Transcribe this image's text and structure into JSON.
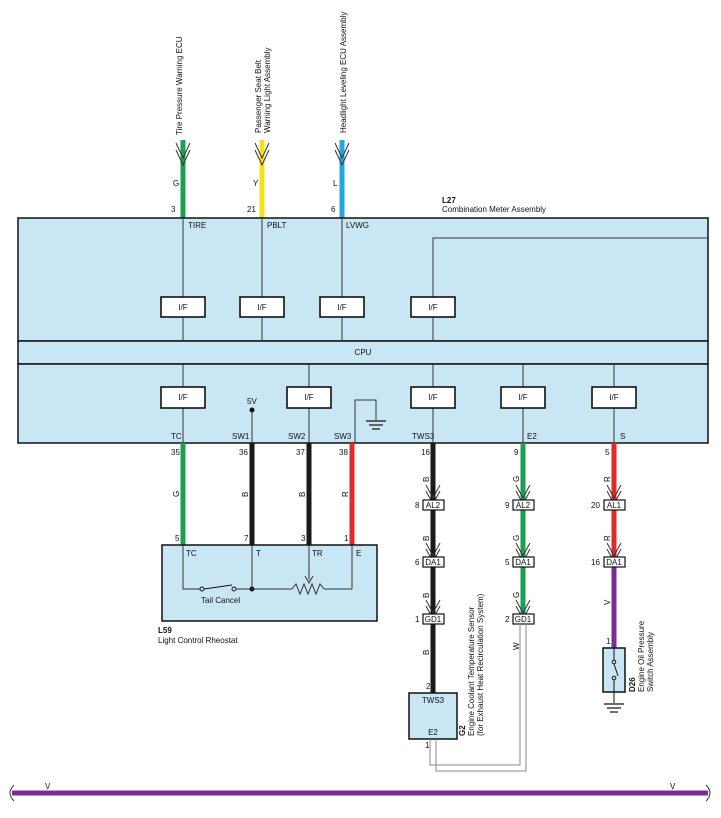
{
  "colors": {
    "panel_fill": "#c9e6f4",
    "green": "#1aa051",
    "yellow": "#f6e01c",
    "blue": "#22a7e0",
    "black": "#1a1a1a",
    "red": "#e22a2a",
    "purple": "#7a2e95",
    "white_wire": "#8a8a8a"
  },
  "top_components": {
    "tire_ecu": "Tire Pressure Warning ECU",
    "seat_belt_line1": "Passenger Seat Belt",
    "seat_belt_line2": "Warning Light Assembly",
    "headlight_ecu": "Headlight Leveling ECU Assembly"
  },
  "top_wire_colors": {
    "tire": "G",
    "seat_belt": "Y",
    "headlight": "L"
  },
  "top_pins": {
    "tire": "3",
    "seat_belt": "21",
    "headlight": "6"
  },
  "meter": {
    "code": "L27",
    "name": "Combination Meter Assembly"
  },
  "top_terminals": {
    "tire": "TIRE",
    "seat_belt": "PBLT",
    "headlight": "LVWG"
  },
  "interface_label": "I/F",
  "cpu_label": "CPU",
  "supply_label": "5V",
  "bottom_terminals": {
    "tc": "TC",
    "sw1": "SW1",
    "sw2": "SW2",
    "sw3": "SW3",
    "tws3": "TWS3",
    "e2": "E2",
    "s": "S"
  },
  "bottom_pins": {
    "tc": "35",
    "sw1": "36",
    "sw2": "37",
    "sw3": "38",
    "tws3": "16",
    "e2": "9",
    "s": "5"
  },
  "wire_colors": {
    "tc": "G",
    "sw1": "B",
    "sw2": "B",
    "sw3": "R",
    "tws3": "B",
    "e2": "G",
    "s": "R",
    "s_low": "V",
    "sensor_return": "W",
    "ground_bus": "V"
  },
  "rheostat": {
    "code": "L59",
    "name": "Light Control Rheostat",
    "pins": {
      "tc": "5",
      "t": "7",
      "tr": "3",
      "e": "1"
    },
    "terminals": {
      "tc": "TC",
      "t": "T",
      "tr": "TR",
      "e": "E"
    },
    "switch_label": "Tail Cancel"
  },
  "connectors": {
    "tws3_col": [
      {
        "pin": "8",
        "name": "AL2"
      },
      {
        "pin": "6",
        "name": "DA1"
      },
      {
        "pin": "1",
        "name": "GD1"
      }
    ],
    "e2_col": [
      {
        "pin": "9",
        "name": "AL2"
      },
      {
        "pin": "5",
        "name": "DA1"
      },
      {
        "pin": "2",
        "name": "GD1"
      }
    ],
    "s_col": [
      {
        "pin": "20",
        "name": "AL1"
      },
      {
        "pin": "16",
        "name": "DA1"
      }
    ]
  },
  "sensor": {
    "code": "G2",
    "name_line1": "Engine Coolant Temperature Sensor",
    "name_line2": "(for Exhaust Heat Recirculation System)",
    "term_top": "TWS3",
    "term_bottom": "E2",
    "pin_top": "2",
    "pin_bottom": "1"
  },
  "oil_switch": {
    "code": "D26",
    "name_line1": "Engine Oil Pressure",
    "name_line2": "Switch Assembly",
    "pin": "1"
  }
}
